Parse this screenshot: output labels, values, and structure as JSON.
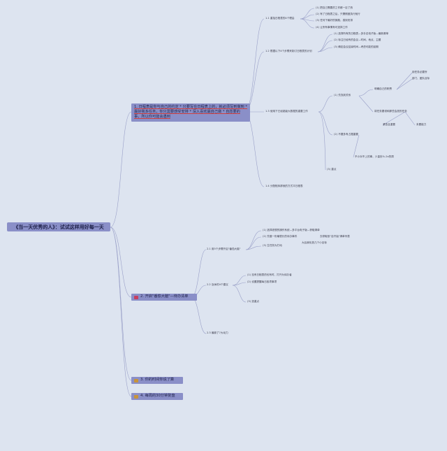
{
  "root": {
    "title": "《当一天优秀的人》：试试这样用好每一天"
  },
  "branches": [
    {
      "label": "1. 日程表是你与自己的约定 * 只要写在日程表上的，就必须写到做到 * 最好我多任务，你只需要感受安排 * 深入喜欢最自己做 * 自愿要的事，所以你可能会遇到"
    },
    {
      "label": "2. 开启\"番茄大脑\"—待办清单"
    },
    {
      "label": "3. 你的时间你说了算"
    },
    {
      "label": "4. 每周的30分钟复盘"
    }
  ],
  "nodes": {
    "s1_1": "1.1 重拾日程表的4个理由",
    "s1_1_items": [
      "(1) 把自己需要的工作都一目了然",
      "(2) 有了日程表之后，只需照做执行就行",
      "(3) 任何下最好的拥抱，感到安排",
      "(4) 让所有事情有可选择工作"
    ],
    "s1_2": "1.2 根据以下4个步骤来制订日程表的计划",
    "s1_2_items": [
      "(1) 选择所有的日程表—多手边电子版—最新清单",
      "(2) 标注已经有的会议—时间、地点、主题",
      "(3) 确定会议结束时间—考虑可能的延期"
    ],
    "s1_3": "1.3 使用下已经超级大数据的重要工作",
    "s1_3_a": "(1) 先找到关系",
    "s1_3_a1": "明确自己的职责",
    "s1_3_a2": "部门、团队目标",
    "s1_3_a0": "用任务必要所",
    "s1_3_b": "(2) 不要多有占据重要",
    "s1_3_b1": "将任务要领和那些会放的任务",
    "s1_3_b2": "紧急且重要",
    "s1_3_b3": "未要能力",
    "s1_3_c": "不小对不上的事，少量处%-2x的周",
    "s1_3_d": "(3) 重点",
    "s1_4": "1.4 分配程序那就的方式平日程表",
    "s2_1": "2.1 用5个步骤开启\"番茄大脑\"",
    "s2_1_items": [
      "(1) 选择钱想的操作系统—多平台电子版—获取清单",
      "(2) 先做一份最很长的待办事件",
      "(3) 生任务为打动"
    ],
    "s2_1_side1": "去获取依\"自开始\"清单列表",
    "s2_1_side2": "大后我化放几个小目标",
    "s2_2": "2.2 及休的4个建议",
    "s2_2_items": [
      "(1) 没有日程表的也有时，打开为待办者",
      "(2) 设置提醒每日各项事项",
      "(3) 选重点"
    ],
    "s2_3": "2.3 最款了7大动力"
  },
  "colors": {
    "background": "#dde4f0",
    "branch": "#8a8fc8",
    "line": "#9aa0c8"
  }
}
